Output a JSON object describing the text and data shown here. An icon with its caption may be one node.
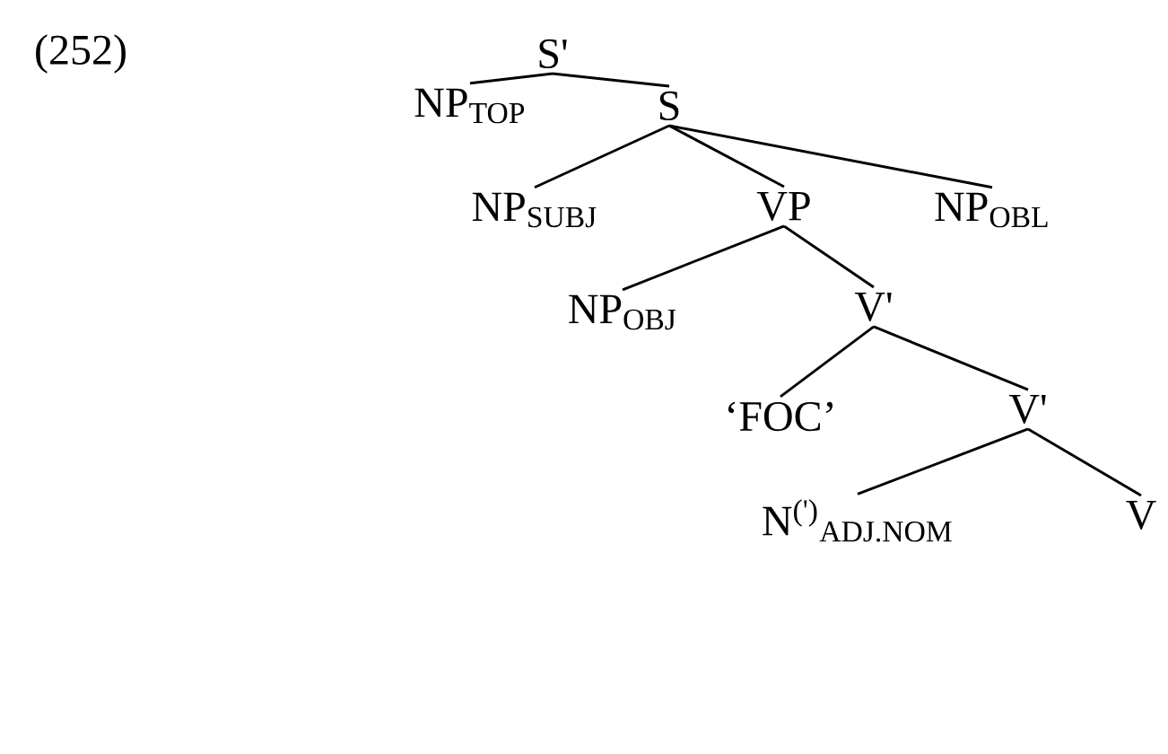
{
  "diagram": {
    "nodes": [
      {
        "text": [
          "S'"
        ]
      },
      {
        "text": [
          "NP$_{TOP}$"
        ]
      },
      {
        "text": [
          "S"
        ]
      },
      {
        "text": [
          "NP$_{SUBJ}$"
        ]
      },
      {
        "text": [
          "VP"
        ]
      },
      {
        "text": [
          "NP$_{OBL}$"
        ]
      },
      {
        "text": [
          "NP$_{OBJ}$"
        ]
      },
      {
        "text": [
          "V'"
        ]
      },
      {
        "text": [
          "‘FOC’"
        ]
      },
      {
        "text": [
          "V'"
        ]
      },
      {
        "text": [
          "N$^{(')}$$_{ADJ.NOM}$"
        ]
      },
      {
        "text": [
          "V"
        ]
      }
    ],
    "edges": [
      {
        "from": 0,
        "to": 1,
        "arrow": "none"
      },
      {
        "from": 0,
        "to": 2,
        "arrow": "none"
      },
      {
        "from": 2,
        "to": 3,
        "arrow": "none"
      },
      {
        "from": 2,
        "to": 4,
        "arrow": "none"
      },
      {
        "from": 2,
        "to": 5,
        "arrow": "none"
      },
      {
        "from": 4,
        "to": 6,
        "arrow": "none"
      },
      {
        "from": 4,
        "to": 7,
        "arrow": "none"
      },
      {
        "from": 7,
        "to": 8,
        "arrow": "none"
      },
      {
        "from": 7,
        "to": 9,
        "arrow": "none"
      },
      {
        "from": 9,
        "to": 10,
        "arrow": "none"
      },
      {
        "from": 9,
        "to": 11,
        "arrow": "none"
      }
    ],
    "labels": [
      "(252)"
    ]
  }
}
